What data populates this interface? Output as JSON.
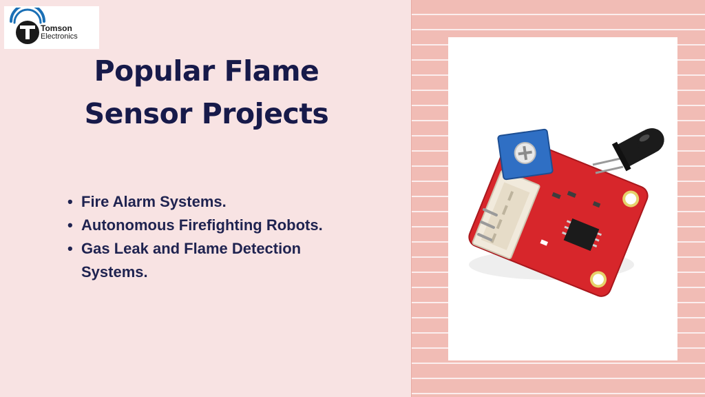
{
  "logo": {
    "line1": "Tomson",
    "line2": "Electronics",
    "brand_color": "#1a6fb5"
  },
  "title": {
    "line1": "Popular Flame",
    "line2": "Sensor Projects"
  },
  "bullets": [
    {
      "marker": "•",
      "text": "Fire Alarm Systems."
    },
    {
      "marker": "•",
      "text": "Autonomous Firefighting Robots."
    },
    {
      "marker": "•",
      "text": "Gas Leak and Flame Detection Systems."
    }
  ],
  "image": {
    "icon": "flame-sensor-module-image",
    "board_color": "#d7262b",
    "potentiometer_color": "#2f6fc4"
  },
  "colors": {
    "left_background": "#f8e3e3",
    "right_background": "#f1bcb5",
    "title": "#171a4a",
    "text": "#1f2350"
  }
}
